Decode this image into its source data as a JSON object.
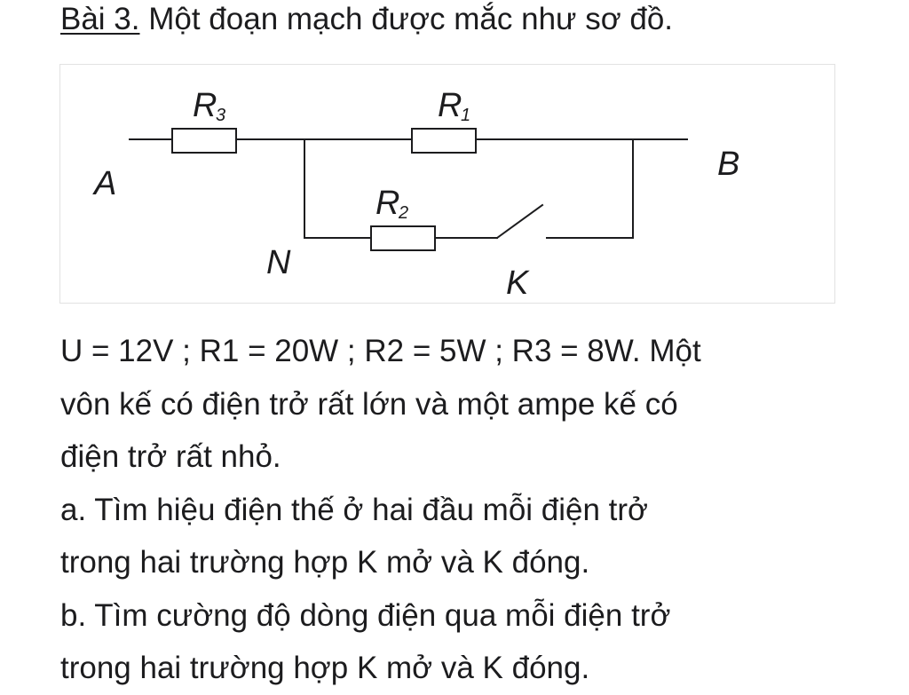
{
  "heading": {
    "label": "Bài 3.",
    "text": "Một đoạn mạch được mắc như sơ đồ."
  },
  "circuit": {
    "labels": {
      "r3": "R",
      "r3_sub": "3",
      "r1": "R",
      "r1_sub": "1",
      "r2": "R",
      "r2_sub": "2",
      "a": "A",
      "b": "B",
      "n": "N",
      "k": "K"
    }
  },
  "body": {
    "lines": [
      "U = 12V ; R1 = 20W ; R2 = 5W ; R3 = 8W. Một",
      "vôn kế có điện trở rất lớn và một ampe kế có",
      "điện trở rất nhỏ.",
      "a. Tìm hiệu điện thế ở hai đầu mỗi điện trở",
      "trong hai trường hợp K mở và K đóng.",
      "b. Tìm cường độ dòng điện qua mỗi điện trở",
      "trong hai trường hợp K mở và K đóng."
    ]
  }
}
